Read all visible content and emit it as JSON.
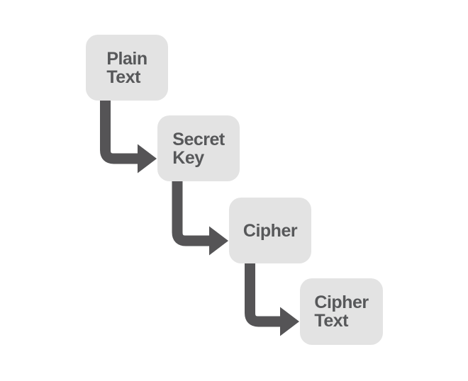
{
  "colors": {
    "background": "#ffffff",
    "node_fill": "#e3e3e3",
    "node_text": "#57585a",
    "arrow": "#555456"
  },
  "nodes": [
    {
      "id": "plain-text",
      "lines": [
        "Plain",
        "Text"
      ]
    },
    {
      "id": "secret-key",
      "lines": [
        "Secret",
        "Key"
      ]
    },
    {
      "id": "cipher",
      "lines": [
        "Cipher"
      ]
    },
    {
      "id": "cipher-text",
      "lines": [
        "Cipher",
        "Text"
      ]
    }
  ]
}
